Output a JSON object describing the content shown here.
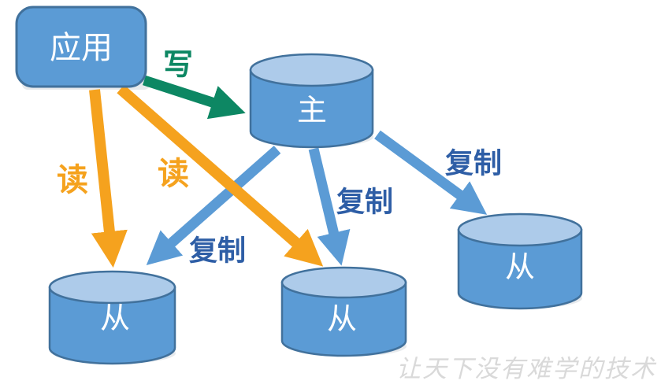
{
  "nodes": {
    "app": {
      "label": "应用"
    },
    "master": {
      "label": "主"
    },
    "slave1": {
      "label": "从"
    },
    "slave2": {
      "label": "从"
    },
    "slave3": {
      "label": "从"
    }
  },
  "edges": {
    "write": {
      "label": "写"
    },
    "read1": {
      "label": "读"
    },
    "read2": {
      "label": "读"
    },
    "replicate1": {
      "label": "复制"
    },
    "replicate2": {
      "label": "复制"
    },
    "replicate3": {
      "label": "复制"
    }
  },
  "watermark": {
    "text": "让天下没有难学的技术"
  },
  "colors": {
    "node_fill": "#5B9BD5",
    "node_top_fill": "#ADCBEA",
    "node_stroke": "#41719C",
    "node_text": "#FFFFFF",
    "arrow_blue": "#5B9BD5",
    "arrow_orange": "#F5A21E",
    "arrow_green": "#0D8763",
    "replicate_label": "#2E5EA6",
    "watermark_gray": "#D9D9D9"
  }
}
